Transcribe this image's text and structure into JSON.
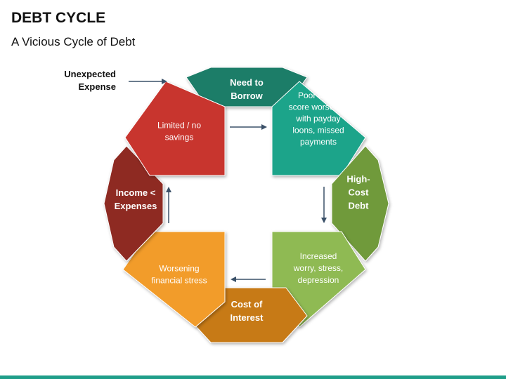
{
  "title": "DEBT CYCLE",
  "subtitle": "A Vicious Cycle of Debt",
  "side_label": "Unexpected Expense",
  "segments": [
    {
      "id": "need-to-borrow",
      "lines": [
        "Need to",
        "Borrow"
      ],
      "bold": true,
      "color": "#1e7d68"
    },
    {
      "id": "poor-credit",
      "lines": [
        "Poor credit",
        "score worsened",
        "with payday",
        "loons, missed",
        "payments"
      ],
      "bold": false,
      "color": "#1fa48a"
    },
    {
      "id": "high-cost-debt",
      "lines": [
        "High-",
        "Cost",
        "Debt"
      ],
      "bold": true,
      "color": "#6f9a3a"
    },
    {
      "id": "increased-worry",
      "lines": [
        "Increased",
        "worry, stress,",
        "depression"
      ],
      "bold": false,
      "color": "#8fba52"
    },
    {
      "id": "cost-of-interest",
      "lines": [
        "Cost of",
        "Interest"
      ],
      "bold": true,
      "color": "#c77a12"
    },
    {
      "id": "worsening-stress",
      "lines": [
        "Worsening",
        "financial stress"
      ],
      "bold": false,
      "color": "#f29c2b"
    },
    {
      "id": "income-expenses",
      "lines": [
        "Income <",
        "Expenses"
      ],
      "bold": true,
      "color": "#8e2a23"
    },
    {
      "id": "limited-savings",
      "lines": [
        "Limited / no",
        "savings"
      ],
      "bold": false,
      "color": "#c8352e"
    }
  ],
  "arrow_color": "#3a5068",
  "accent_bar_color": "#1f9e89"
}
